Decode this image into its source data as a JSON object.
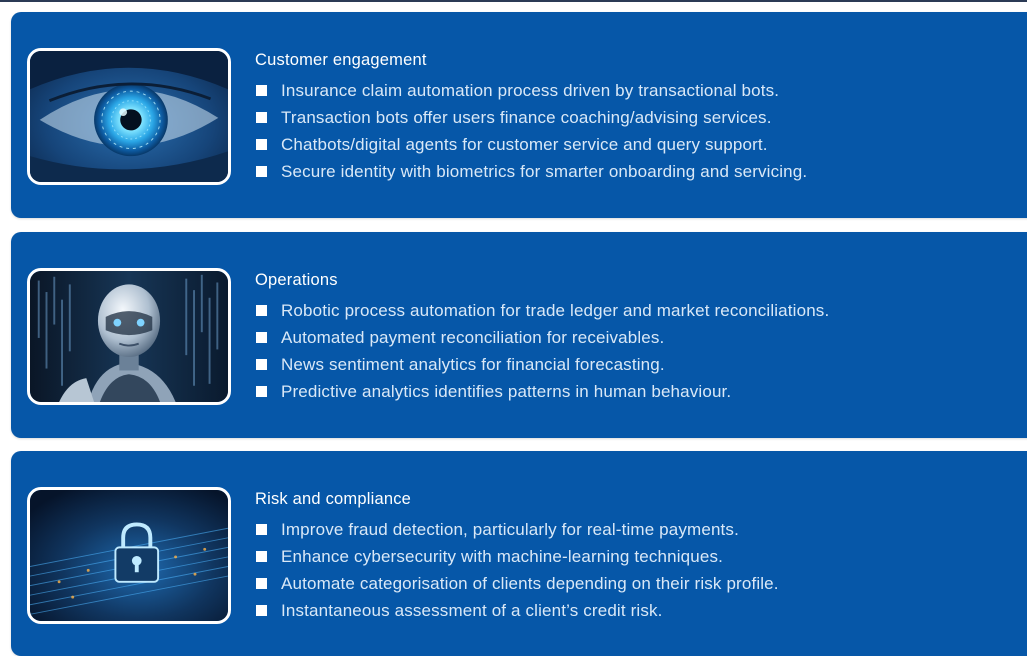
{
  "sections": [
    {
      "image_icon": "eye-tech-image",
      "heading": "Customer engagement",
      "bullets": [
        "Insurance claim automation process driven by transactional bots.",
        "Transaction bots offer users finance coaching/advising services.",
        "Chatbots/digital agents for customer service and query support.",
        "Secure identity with biometrics for smarter onboarding and servicing."
      ]
    },
    {
      "image_icon": "robot-image",
      "heading": "Operations",
      "bullets": [
        "Robotic process automation for trade ledger and market reconciliations.",
        "Automated payment reconciliation for receivables.",
        "News sentiment analytics for financial forecasting.",
        "Predictive analytics identifies patterns in human behaviour."
      ]
    },
    {
      "image_icon": "padlock-circuit-image",
      "heading": "Risk and compliance",
      "bullets": [
        "Improve fraud detection, particularly for real-time payments.",
        "Enhance cybersecurity with machine-learning techniques.",
        "Automate categorisation of clients depending on their risk profile.",
        "Instantaneous assessment of a client’s credit risk."
      ]
    }
  ],
  "colors": {
    "panel": "#0657a8",
    "heading": "#ffffff",
    "bullet_text": "#d9e8f7",
    "top_rule": "#2b3a55"
  }
}
